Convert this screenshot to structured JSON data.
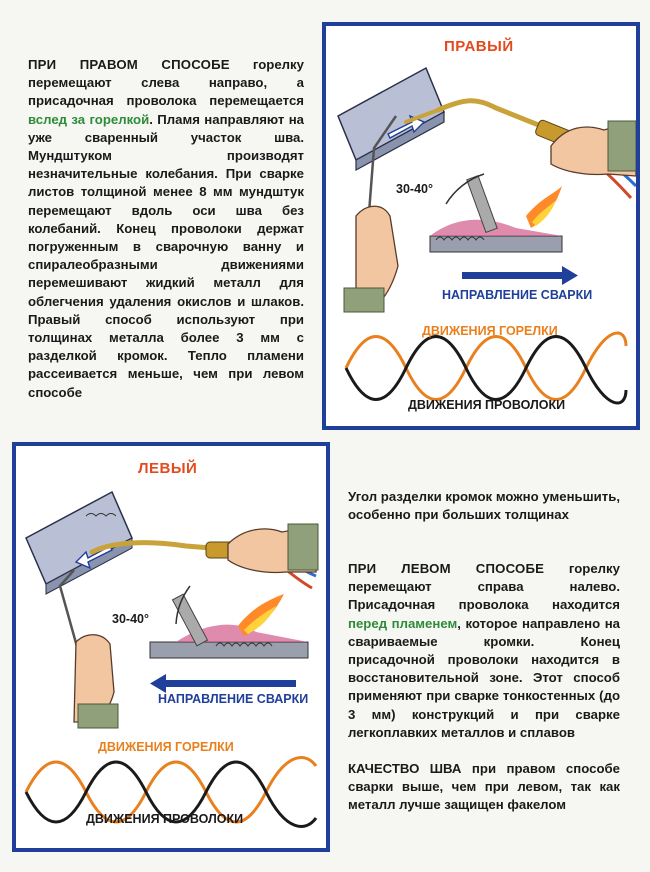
{
  "right_method_text": {
    "lead": "ПРИ ПРАВОМ СПОСОБЕ",
    "part1": " горелку перемещают слева направо, а присадочная проволока перемещается ",
    "highlight": "вслед за горелкой",
    "part2": ". Пламя направляют на уже сваренный участок шва. Мундштуком производят незначительные колебания. При сварке листов толщиной менее 8 мм мундштук перемещают вдоль оси шва без колебаний. Конец проволоки держат погруженным в сварочную ванну и спиралеобразными движениями перемешивают жидкий металл для облегчения удаления окислов и шлаков. Правый способ используют при толщинах металла более 3 мм с разделкой кромок. Тепло пламени рассеивается меньше, чем при левом способе"
  },
  "right_panel": {
    "title": "ПРАВЫЙ",
    "angle": "30-40°",
    "direction": "НАПРАВЛЕНИЕ СВАРКИ",
    "torch_motion": "ДВИЖЕНИЯ ГОРЕЛКИ",
    "wire_motion": "ДВИЖЕНИЯ ПРОВОЛОКИ"
  },
  "left_panel": {
    "title": "ЛЕВЫЙ",
    "angle": "30-40°",
    "direction": "НАПРАВЛЕНИЕ СВАРКИ",
    "torch_motion": "ДВИЖЕНИЯ ГОРЕЛКИ",
    "wire_motion": "ДВИЖЕНИЯ ПРОВОЛОКИ"
  },
  "bevel_text": "Угол разделки кромок можно уменьшить, особенно при больших толщинах",
  "left_method_text": {
    "lead": "ПРИ ЛЕВОМ СПОСОБЕ",
    "part1": " горелку перемещают справа налево. Присадочная проволока находится ",
    "highlight": "перед пламенем",
    "part2": ", которое направлено на свариваемые кромки. Конец присадочной проволоки находится в восстановительной зоне. Этот способ применяют при сварке тонкостенных (до 3 мм) конструкций и при сварке легкоплавких металлов и сплавов"
  },
  "quality_text": {
    "lead": "КАЧЕСТВО ШВА",
    "rest": " при правом способе сварки выше, чем при левом, так как металл лучше защищен факелом"
  },
  "colors": {
    "frame": "#1f3f9a",
    "title": "#e34a1e",
    "torch_wave": "#e8801e",
    "wire_wave": "#1a1a1a",
    "highlight": "#2e8b3a"
  }
}
